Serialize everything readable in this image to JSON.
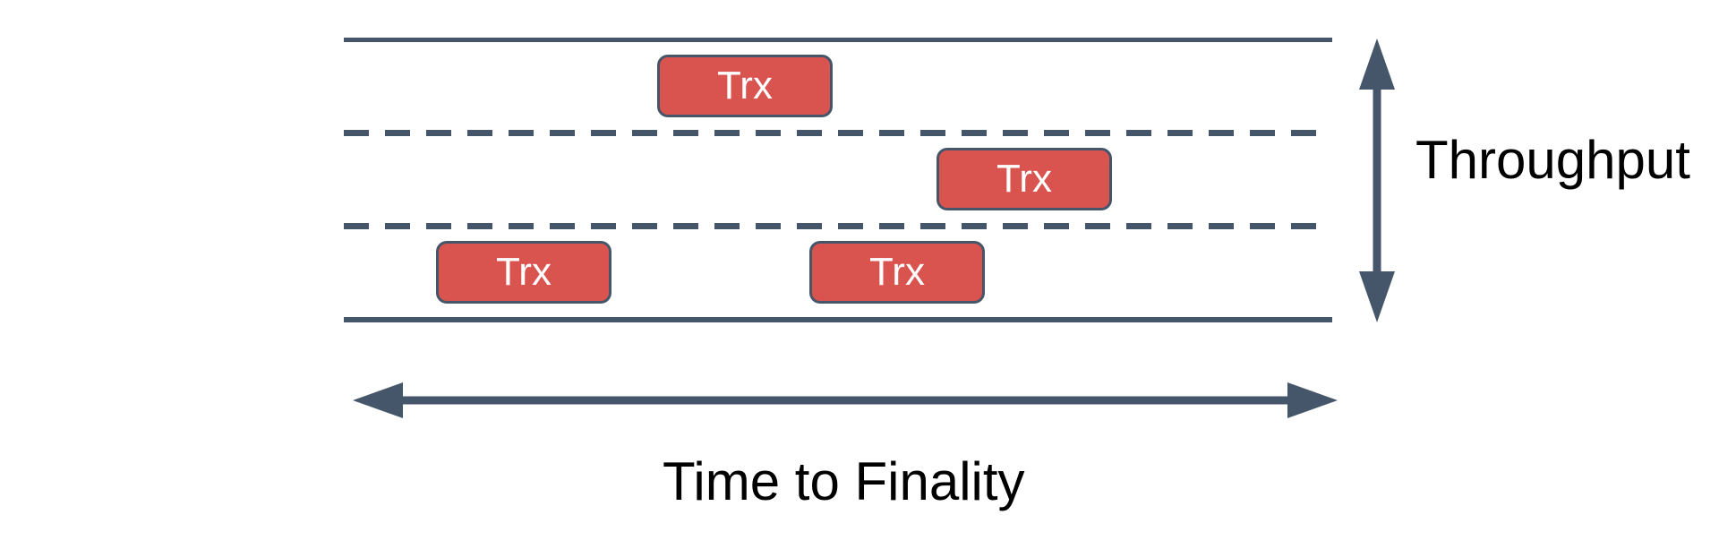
{
  "diagram": {
    "vertical_axis_label": "Throughput",
    "horizontal_axis_label": "Time to Finality",
    "lane_count": 3,
    "transactions": [
      {
        "label": "Trx",
        "lane": 1
      },
      {
        "label": "Trx",
        "lane": 2
      },
      {
        "label": "Trx",
        "lane": 3
      },
      {
        "label": "Trx",
        "lane": 3
      }
    ],
    "colors": {
      "line": "#46566a",
      "box_fill": "#d9534f",
      "box_border": "#46566a",
      "box_text": "#ffffff",
      "label_text": "#000000"
    }
  }
}
